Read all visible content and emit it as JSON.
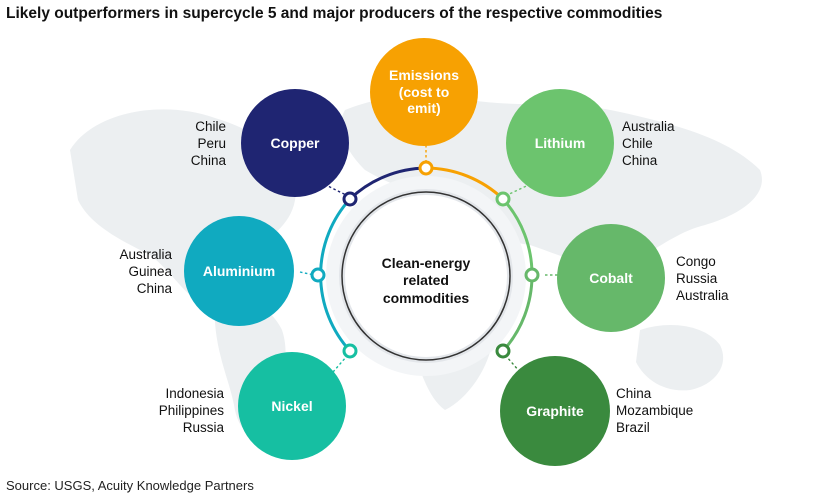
{
  "title": "Likely outperformers in supercycle 5 and major producers of the respective commodities",
  "center": {
    "line1": "Clean-energy",
    "line2": "related",
    "line3": "commodities"
  },
  "commodities": [
    {
      "name": "Emissions (cost to emit)",
      "color": "#F7A102",
      "producers": []
    },
    {
      "name": "Copper",
      "color": "#1F2572",
      "producers": [
        "Chile",
        "Peru",
        "China"
      ]
    },
    {
      "name": "Lithium",
      "color": "#6CC46E",
      "producers": [
        "Australia",
        "Chile",
        "China"
      ]
    },
    {
      "name": "Aluminium",
      "color": "#10AAC0",
      "producers": [
        "Australia",
        "Guinea",
        "China"
      ]
    },
    {
      "name": "Cobalt",
      "color": "#66B86A",
      "producers": [
        "Congo",
        "Russia",
        "Australia"
      ]
    },
    {
      "name": "Nickel",
      "color": "#16BFA2",
      "producers": [
        "Indonesia",
        "Philippines",
        "Russia"
      ]
    },
    {
      "name": "Graphite",
      "color": "#3A8A3E",
      "producers": [
        "China",
        "Mozambique",
        "Brazil"
      ]
    }
  ],
  "source": "Source: USGS, Acuity Knowledge Partners"
}
